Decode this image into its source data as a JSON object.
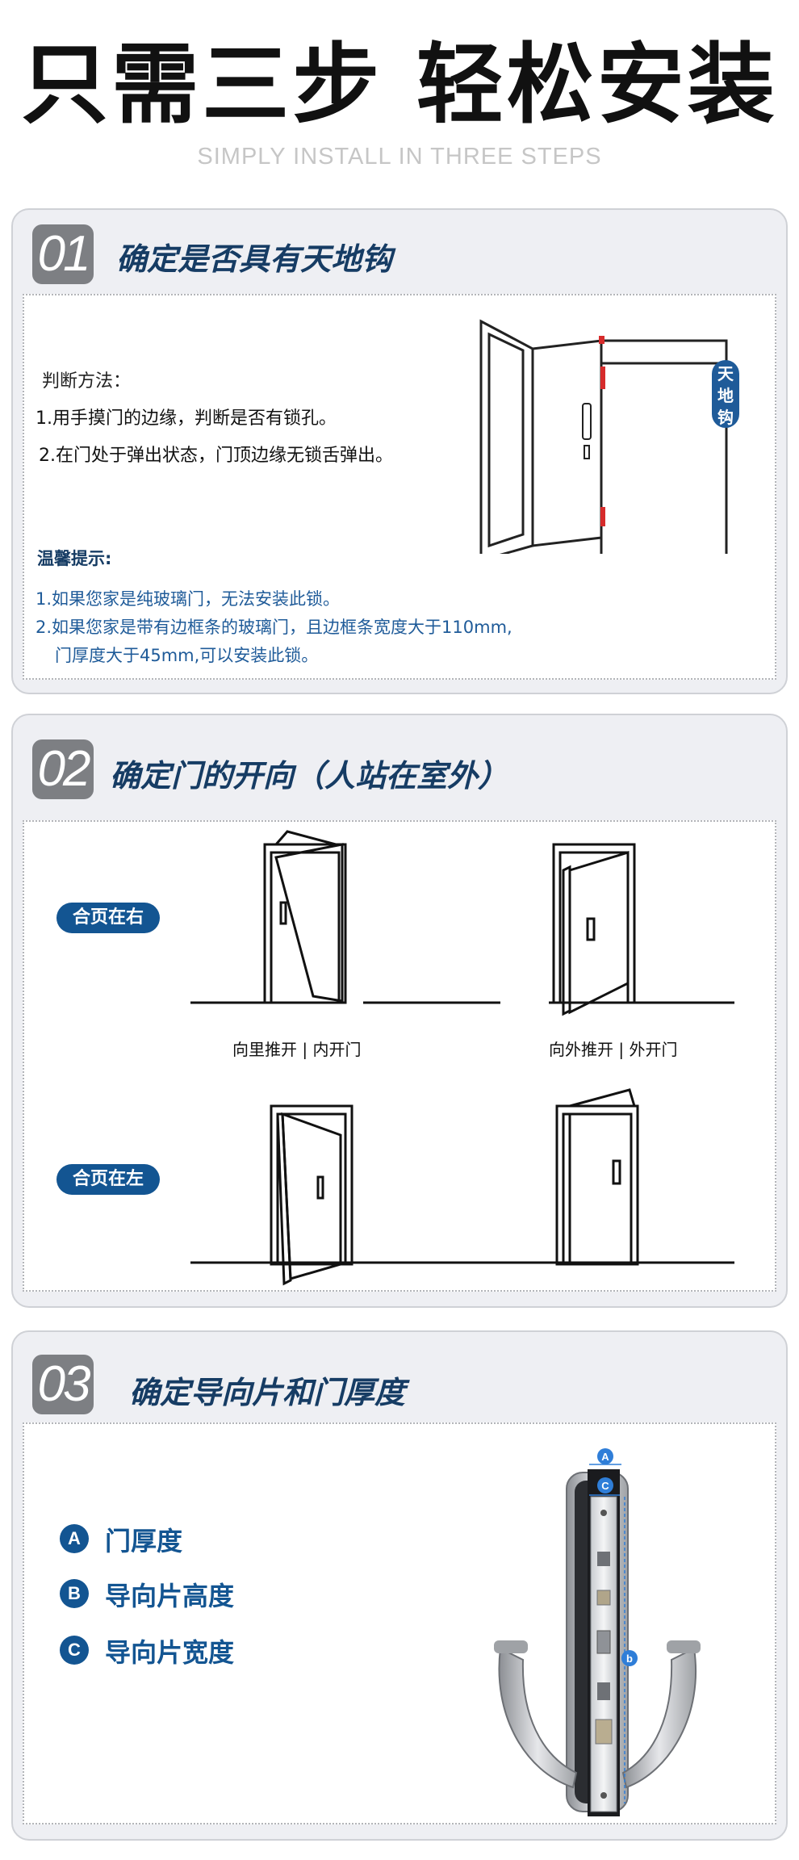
{
  "header": {
    "title": "只需三步 轻松安装",
    "subtitle": "SIMPLY INSTALL IN THREE STEPS"
  },
  "step1": {
    "number": "01",
    "title": "确定是否具有天地钩",
    "method_label": "判断方法：",
    "method_items": [
      "1.用手摸门的边缘，判断是否有锁孔。",
      "2.在门处于弹出状态，门顶边缘无锁舌弹出。"
    ],
    "tip_label": "温馨提示:",
    "tips": [
      "1.如果您家是纯玻璃门，无法安装此锁。",
      "2.如果您家是带有边框条的玻璃门，且边框条宽度大于110mm,",
      "门厚度大于45mm,可以安装此锁。"
    ],
    "hook_label_chars": [
      "天",
      "地",
      "钩"
    ]
  },
  "step2": {
    "number": "02",
    "title": "确定门的开向（人站在室外）",
    "hinge_right": "合页在右",
    "hinge_left": "合页在左",
    "caption_inward": "向里推开 | 内开门",
    "caption_outward": "向外推开 | 外开门"
  },
  "step3": {
    "number": "03",
    "title": "确定导向片和门厚度",
    "legend": [
      {
        "letter": "A",
        "label": "门厚度"
      },
      {
        "letter": "B",
        "label": "导向片高度"
      },
      {
        "letter": "C",
        "label": "导向片宽度"
      }
    ],
    "markers": {
      "a": "A",
      "c": "C",
      "b": "b"
    }
  },
  "colors": {
    "accent": "#135592",
    "title_blue": "#163c64",
    "tip_blue": "#1f5b99",
    "card_bg": "#eeeff3",
    "badge_gray": "#7d7f83",
    "hook_red": "#d62b2b"
  }
}
